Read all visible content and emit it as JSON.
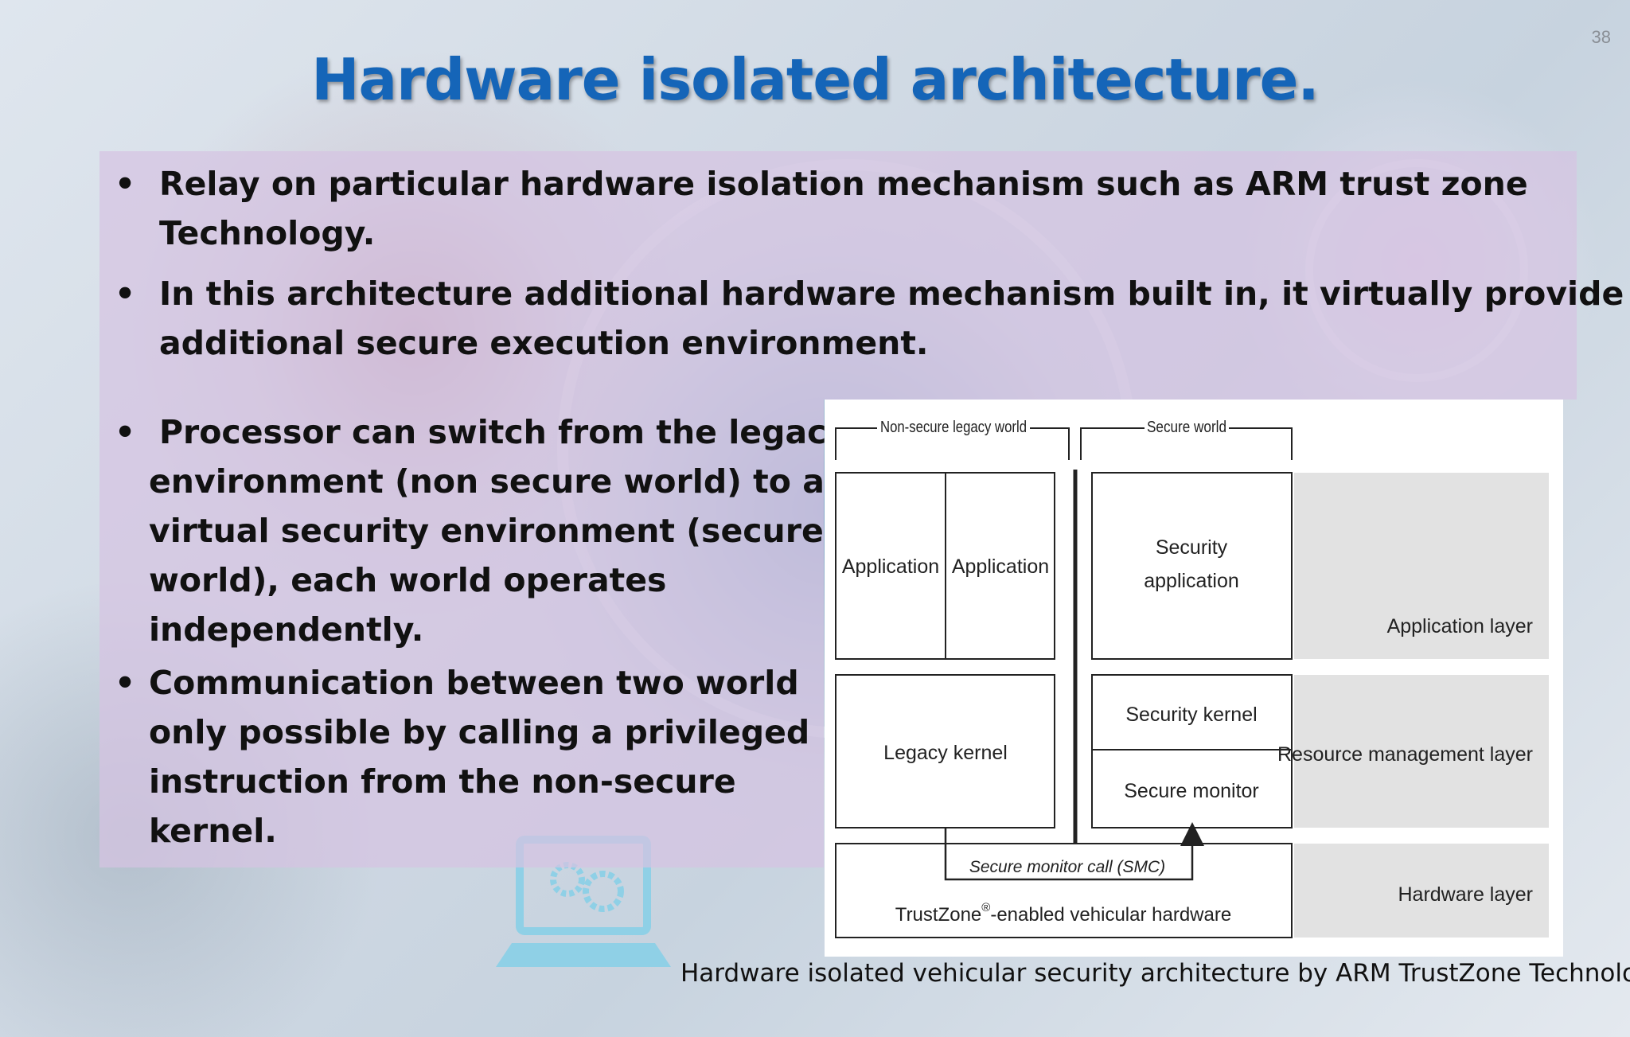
{
  "slide": {
    "page_number": "38",
    "title": "Hardware isolated architecture.",
    "bullets_top": [
      {
        "line1": "Relay on particular hardware isolation mechanism such as ARM trust zone",
        "line2": "Technology."
      },
      {
        "line1": "In this architecture additional hardware mechanism built in, it virtually provide",
        "line2": "additional secure execution environment."
      }
    ],
    "bullets_left": [
      {
        "lines": [
          "Processor can switch from the legacy",
          "environment (non secure world) to a",
          "virtual security environment (secure",
          "world), each world operates",
          "independently."
        ]
      },
      {
        "lines": [
          "Communication between two world",
          "only possible by calling a privileged",
          "instruction from the non-secure",
          "kernel."
        ]
      }
    ],
    "bullet_symbol": "•"
  },
  "diagram": {
    "non_secure_label": "Non-secure legacy world",
    "secure_label": "Secure world",
    "app1": "Application",
    "app2": "Application",
    "security_app_line1": "Security",
    "security_app_line2": "application",
    "legacy_kernel": "Legacy kernel",
    "security_kernel": "Security kernel",
    "secure_monitor": "Secure monitor",
    "smc": "Secure monitor call (SMC)",
    "hardware_prefix": "TrustZone",
    "hardware_reg": "®",
    "hardware_suffix": "-enabled vehicular hardware",
    "layer_app": "Application layer",
    "layer_resource": "Resource management layer",
    "layer_hardware": "Hardware layer"
  },
  "caption": "Hardware isolated vehicular security architecture by ARM TrustZone Technology",
  "colors": {
    "title": "#1565b8",
    "band": "#d6c4e2",
    "layer_fill": "#e2e2e2"
  }
}
